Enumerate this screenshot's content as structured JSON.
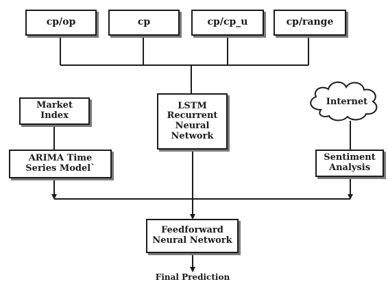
{
  "inputs": {
    "cp_op": "cp/op",
    "cp": "cp",
    "cp_cp_u": "cp/cp_u",
    "cp_range": "cp/range"
  },
  "nodes": {
    "market_index": {
      "line1": "Market",
      "line2": "Index"
    },
    "arima": {
      "line1": "ARIMA Time",
      "line2": "Series Model`"
    },
    "lstm": {
      "line1": "LSTM",
      "line2": "Recurrent",
      "line3": "Neural",
      "line4": "Network"
    },
    "internet": "Internet",
    "sentiment": {
      "line1": "Sentiment",
      "line2": "Analysis"
    },
    "feedforward": {
      "line1": "Feedforward",
      "line2": "Neural Network"
    },
    "final_prediction": "Final Prediction"
  },
  "colors": {
    "stroke": "#1a1a1a",
    "shadow": "#7a7a7a",
    "background": "#ffffff"
  }
}
